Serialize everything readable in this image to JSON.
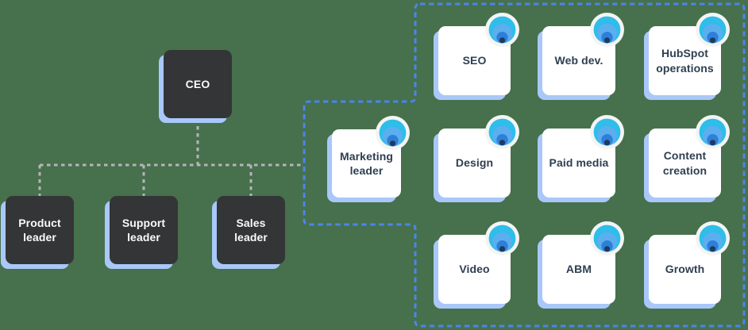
{
  "chart": {
    "type": "org-chart",
    "executive": {
      "label": "CEO"
    },
    "leaders": {
      "product": {
        "label": "Product leader"
      },
      "support": {
        "label": "Support leader"
      },
      "sales": {
        "label": "Sales leader"
      },
      "marketing": {
        "label": "Marketing leader"
      }
    },
    "marketing_team": {
      "seo": {
        "label": "SEO"
      },
      "webdev": {
        "label": "Web dev."
      },
      "hubspot_ops": {
        "label": "HubSpot operations"
      },
      "design": {
        "label": "Design"
      },
      "paid_media": {
        "label": "Paid media"
      },
      "content_creation": {
        "label": "Content creation"
      },
      "video": {
        "label": "Video"
      },
      "abm": {
        "label": "ABM"
      },
      "growth": {
        "label": "Growth"
      }
    }
  },
  "icons": {
    "badge": "concentric-target-icon"
  },
  "colors": {
    "background": "#47704d",
    "dark_box": "#343536",
    "dark_box_text": "#fafafa",
    "light_box": "#ffffff",
    "light_box_text": "#2e3f51",
    "box_shadow_blue": "#a9c8f9",
    "dashed_blue": "#4a86ec",
    "dashed_gray": "#b5b5b5",
    "icon_outer": "#f3f4f4",
    "icon_cyan": "#2fbde9",
    "icon_light_blue": "#5caeef",
    "icon_mid_blue": "#2e7fd9",
    "icon_navy": "#1f3a5c"
  }
}
